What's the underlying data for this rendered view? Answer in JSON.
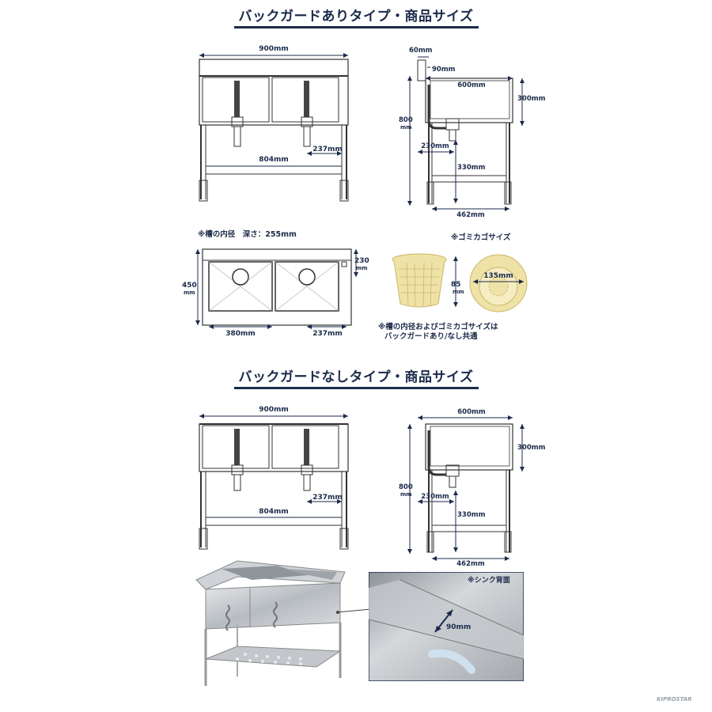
{
  "section1": {
    "title": "バックガードありタイプ・商品サイズ",
    "front": {
      "width": "900mm",
      "span": "804mm",
      "offset": "237mm"
    },
    "side": {
      "d1": "60mm",
      "d2": "90mm",
      "d3": "600mm",
      "h1": "300mm",
      "h2a": "800",
      "h2b": "mm",
      "d4": "230mm",
      "h3": "330mm",
      "d5": "462mm"
    },
    "top": {
      "note": "※槽の内径　深さ：255mm",
      "d1": "230",
      "d1u": "mm",
      "h1": "450",
      "h1u": "mm",
      "w1": "380mm",
      "w2": "237mm"
    },
    "basket": {
      "title": "※ゴミカゴサイズ",
      "h": "85",
      "hu": "mm",
      "d": "135mm"
    },
    "shared_note_1": "※槽の内径およびゴミカゴサイズは",
    "shared_note_2": "バックガードあり/なし共通"
  },
  "section2": {
    "title": "バックガードなしタイプ・商品サイズ",
    "front": {
      "width": "900mm",
      "span": "804mm",
      "offset": "237mm"
    },
    "side": {
      "d3": "600mm",
      "h1": "300mm",
      "h2a": "800",
      "h2b": "mm",
      "d4": "230mm",
      "h3": "330mm",
      "d5": "462mm"
    }
  },
  "photo": {
    "inset_label": "※シンク背面",
    "inset_dim": "90mm",
    "brand": "KIPROSTAR"
  },
  "colors": {
    "navy": "#1b2a4a",
    "steel": "#9aa1a8",
    "basket": "#efe2a6"
  }
}
